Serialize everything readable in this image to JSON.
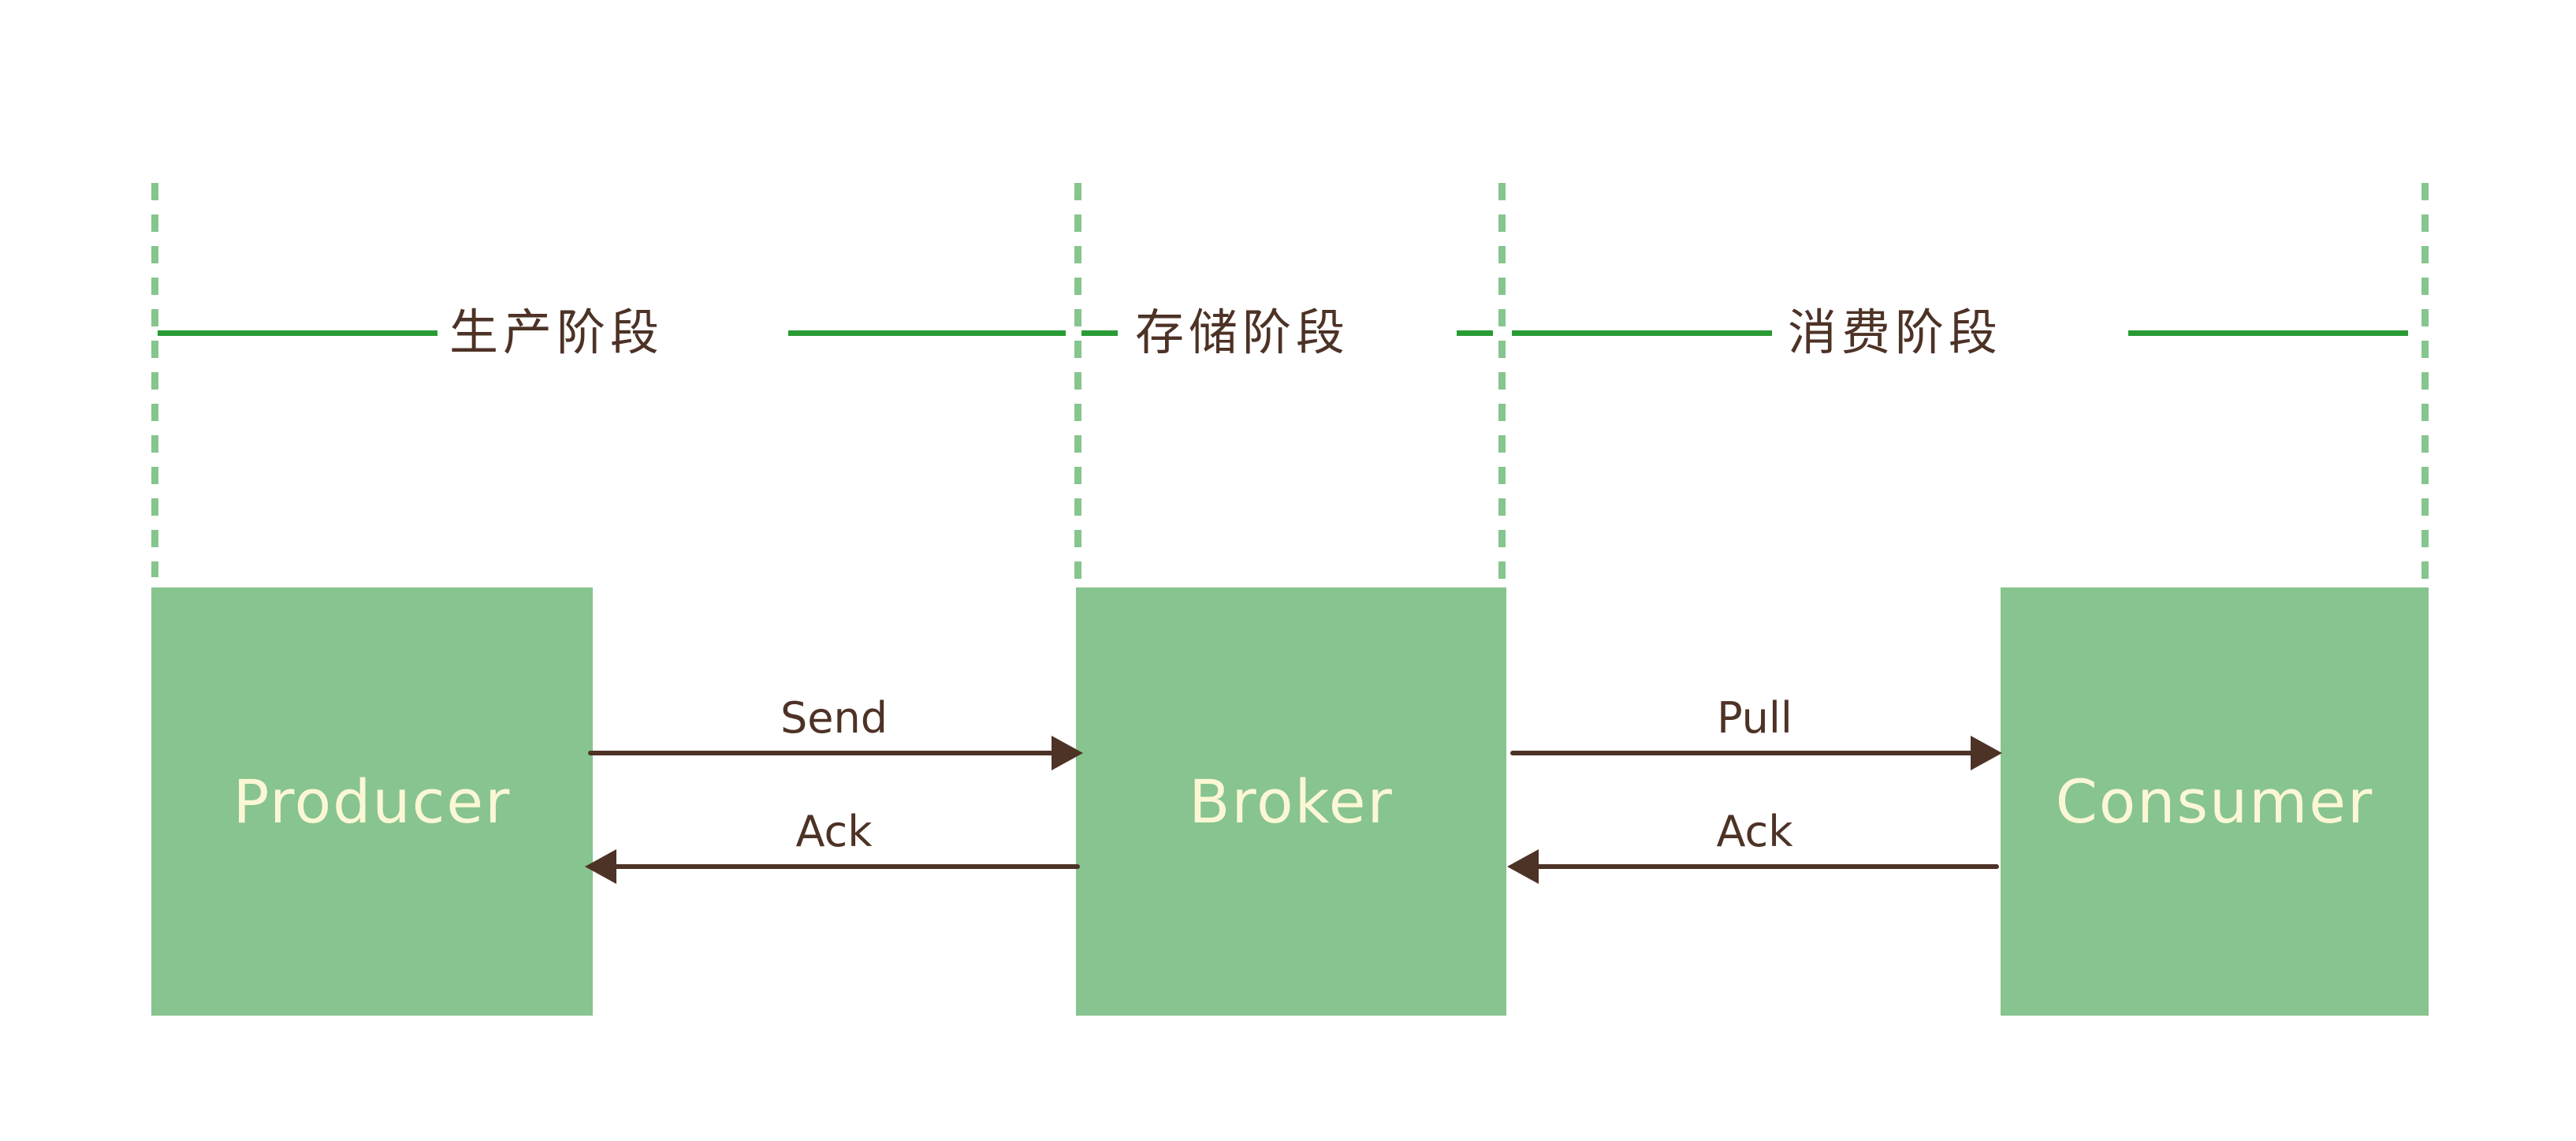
{
  "diagram": {
    "title_present": false,
    "background_color": "#ffffff",
    "palette": {
      "node_fill": "#87c48f",
      "node_text": "#fbf7d4",
      "stage_rule": "#2a9b34",
      "dashed_separator": "#86c58e",
      "arrow": "#4d3226",
      "label_text": "#4d3226"
    },
    "stages": [
      {
        "id": "production",
        "label": "生产阶段"
      },
      {
        "id": "storage",
        "label": "存储阶段"
      },
      {
        "id": "consumption",
        "label": "消费阶段"
      }
    ],
    "nodes": [
      {
        "id": "producer",
        "label": "Producer"
      },
      {
        "id": "broker",
        "label": "Broker"
      },
      {
        "id": "consumer",
        "label": "Consumer"
      }
    ],
    "messages": [
      {
        "id": "send",
        "label": "Send",
        "from": "producer",
        "to": "broker",
        "direction": "right"
      },
      {
        "id": "ack-producer",
        "label": "Ack",
        "from": "broker",
        "to": "producer",
        "direction": "left"
      },
      {
        "id": "pull",
        "label": "Pull",
        "from": "broker",
        "to": "consumer",
        "direction": "right"
      },
      {
        "id": "ack-consumer",
        "label": "Ack",
        "from": "consumer",
        "to": "broker",
        "direction": "left"
      }
    ]
  }
}
